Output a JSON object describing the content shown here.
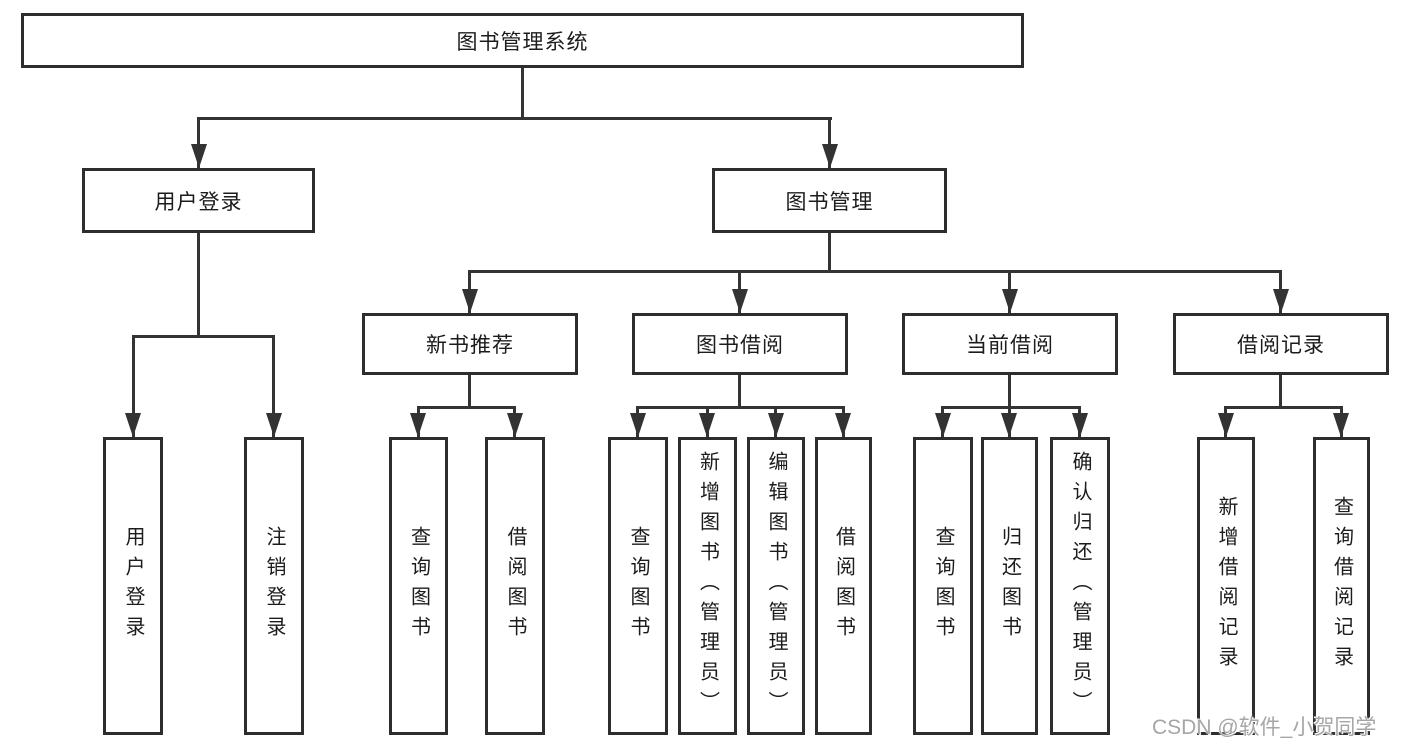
{
  "tree": {
    "label": "图书管理系统",
    "children": [
      {
        "label": "用户登录",
        "children": [
          {
            "label": "用户登录"
          },
          {
            "label": "注销登录"
          }
        ]
      },
      {
        "label": "图书管理",
        "children": [
          {
            "label": "新书推荐",
            "children": [
              {
                "label": "查询图书"
              },
              {
                "label": "借阅图书"
              }
            ]
          },
          {
            "label": "图书借阅",
            "children": [
              {
                "label": "查询图书"
              },
              {
                "label": "新增图书（管理员）"
              },
              {
                "label": "编辑图书（管理员）"
              },
              {
                "label": "借阅图书"
              }
            ]
          },
          {
            "label": "当前借阅",
            "children": [
              {
                "label": "查询图书"
              },
              {
                "label": "归还图书"
              },
              {
                "label": "确认归还（管理员）"
              }
            ]
          },
          {
            "label": "借阅记录",
            "children": [
              {
                "label": "新增借阅记录"
              },
              {
                "label": "查询借阅记录"
              }
            ]
          }
        ]
      }
    ]
  },
  "watermark": {
    "text": "CSDN @软件_小贺同学"
  },
  "colors": {
    "background": "#ffffff",
    "box_border": "#2d2d2d",
    "connector_line": "#333333",
    "text": "#1c1c1c",
    "watermark_text": "#a6a6a6"
  }
}
